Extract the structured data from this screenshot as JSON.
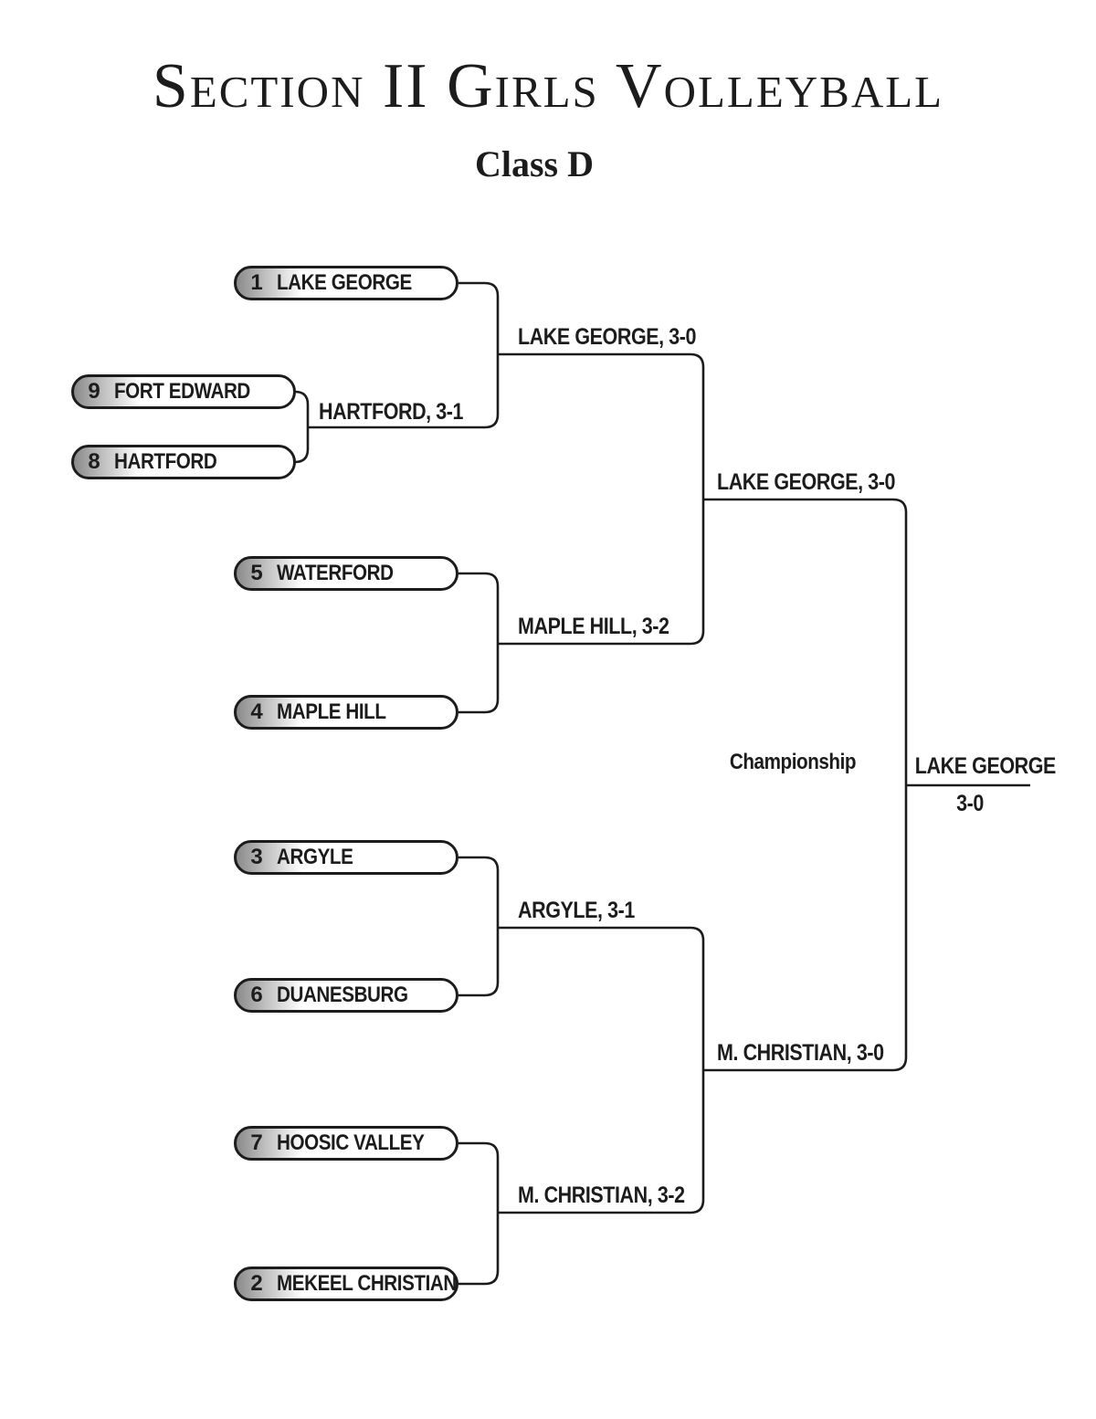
{
  "header": {
    "title": "Section II Girls Volleyball",
    "subtitle": "Class D"
  },
  "bracket": {
    "teams": [
      {
        "seed": "1",
        "name": "LAKE GEORGE"
      },
      {
        "seed": "9",
        "name": "FORT EDWARD"
      },
      {
        "seed": "8",
        "name": "HARTFORD"
      },
      {
        "seed": "5",
        "name": "WATERFORD"
      },
      {
        "seed": "4",
        "name": "MAPLE HILL"
      },
      {
        "seed": "3",
        "name": "ARGYLE"
      },
      {
        "seed": "6",
        "name": "DUANESBURG"
      },
      {
        "seed": "7",
        "name": "HOOSIC VALLEY"
      },
      {
        "seed": "2",
        "name": "MEKEEL CHRISTIAN"
      }
    ],
    "results": {
      "play_in": "HARTFORD, 3-1",
      "quarterfinal_1": "LAKE GEORGE, 3-0",
      "quarterfinal_2": "MAPLE HILL, 3-2",
      "quarterfinal_3": "ARGYLE, 3-1",
      "quarterfinal_4": "M. CHRISTIAN, 3-2",
      "semifinal_1": "LAKE GEORGE, 3-0",
      "semifinal_2": "M. CHRISTIAN, 3-0"
    },
    "championship_label": "Championship",
    "champion": {
      "name": "LAKE GEORGE",
      "score": "3-0"
    }
  },
  "colors": {
    "ink": "#1c1c1c",
    "background": "#ffffff",
    "seed_gradient_start": "#8a8a8a",
    "seed_gradient_end": "#ffffff"
  }
}
